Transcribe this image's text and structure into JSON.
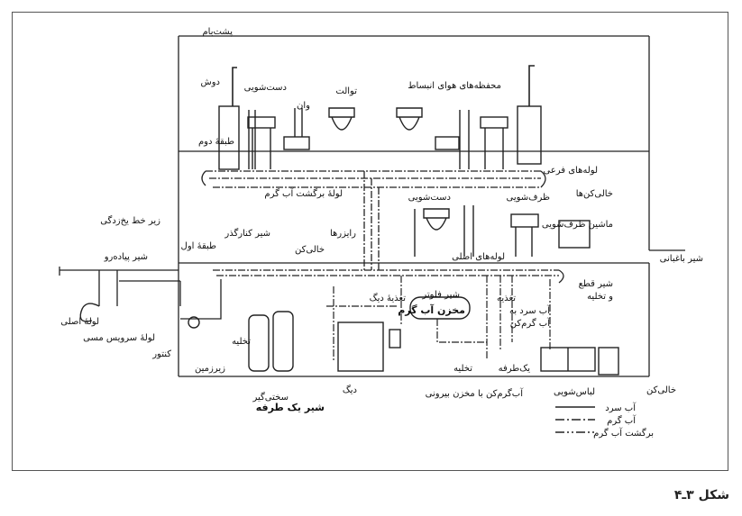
{
  "caption": "شکل ۳ـ۴",
  "levels": {
    "roof": "پشت‌بام",
    "second_floor": "طبقهٔ دوم",
    "first_floor": "طبقهٔ اول",
    "basement": "زیرزمین"
  },
  "labels": {
    "shower": "دوش",
    "washbasin_upper": "دست‌شویی",
    "bathtub": "وان",
    "toilet": "توالت",
    "air_chambers": "محفظه‌های هوای انبساط",
    "branch_pipes": "لوله‌های فرعی",
    "hot_return_pipe": "لولهٔ برگشت آب گرم",
    "washbasin_lower": "دست‌شویی",
    "sink": "ظرف‌شویی",
    "drain_upper": "خالی‌کن‌ها",
    "dishwasher": "ماشین ظرف‌شویی",
    "garden_valve": "شیر باغبانی",
    "risers": "رایزرها",
    "drain_mid": "خالی‌کن",
    "bypass_valve": "شیر کنارگذر",
    "main_pipes": "لوله‌های اصلی",
    "cutoff_valve_1": "شیر قطع",
    "cutoff_valve_2": "و تخلیه",
    "boiler_feed": "تغذیهٔ دیگ",
    "float_valve": "شیر فلوتر",
    "hot_tank": "مخزن آب گرم",
    "feed": "تغذیه",
    "cold_to_heater_1": "آب سرد به",
    "cold_to_heater_2": "آب گرم‌کن",
    "frost_line": "زیر خط یخ‌زدگی",
    "sidewalk_valve": "شیر پیاده‌رو",
    "main_pipe": "لولهٔ اصلی",
    "copper_service": "لولهٔ سرویس مسی",
    "meter": "کنتور",
    "drain_basement": "تخلیه",
    "softener": "سختی‌گیر",
    "boiler": "دیگ",
    "check_valve": "شیر یک طرفه",
    "drain_boiler": "تخلیه",
    "one_way": "یک‌طرفه",
    "heater_with_tank": "آب‌گرم‌کن با مخزن بیرونی",
    "laundry": "لباس‌شویی",
    "drain_laundry": "خالی‌کن"
  },
  "legend": {
    "cold": "آب سرد",
    "hot": "آب گرم",
    "return": "برگشت آب گرم"
  }
}
